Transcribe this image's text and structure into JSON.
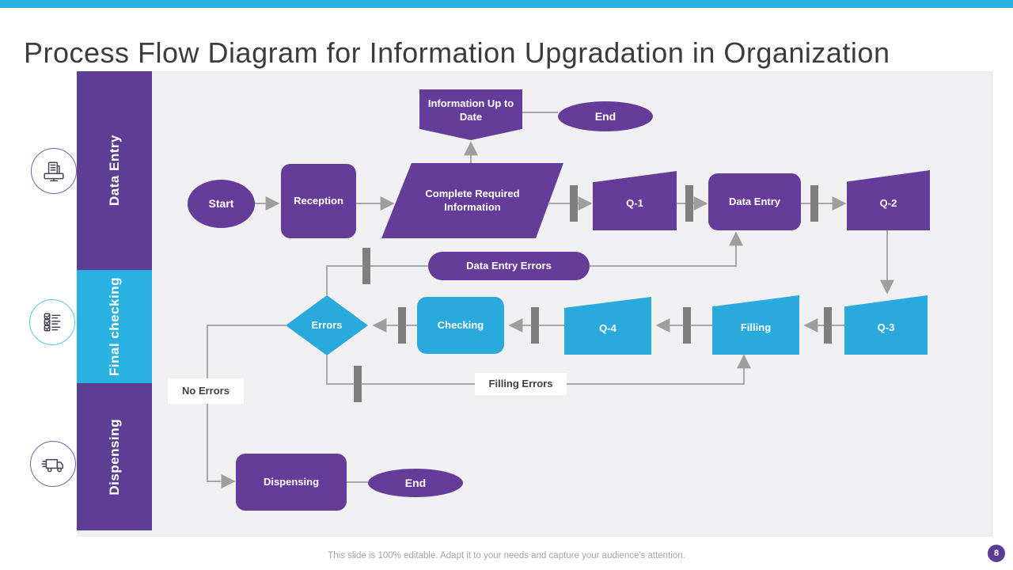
{
  "slide": {
    "title": "Process Flow Diagram for Information Upgradation in Organization",
    "footer": "This slide is 100% editable. Adapt it to your needs and capture your audience's attention.",
    "page_number": "8"
  },
  "colors": {
    "top_bar": "#2BB0E2",
    "shape_purple": "#653C99",
    "shape_cyan": "#29A9DC",
    "lane_purple": "#5E3D94",
    "lane_cyan": "#29B1E2",
    "canvas_background": "#F0EFF1",
    "connector_gray": "#A9A9A9",
    "queue_bar_gray": "#7F7F7F",
    "label_text": "#3F3F3F"
  },
  "sidebar": {
    "lanes": [
      {
        "label": "Data Entry",
        "color": "purple",
        "icon": "computer-documents-icon"
      },
      {
        "label": "Final checking",
        "color": "cyan",
        "icon": "checklist-icon"
      },
      {
        "label": "Dispensing",
        "color": "purple",
        "icon": "delivery-truck-icon"
      }
    ]
  },
  "flowchart": {
    "nodes": {
      "start": "Start",
      "reception": "Reception",
      "complete_required_information": "Complete Required Information",
      "information_up_to_date": "Information Up to Date",
      "end_top": "End",
      "q1": "Q-1",
      "data_entry": "Data Entry",
      "q2": "Q-2",
      "data_entry_errors": "Data Entry Errors",
      "errors": "Errors",
      "checking": "Checking",
      "q4": "Q-4",
      "filling": "Filling",
      "q3": "Q-3",
      "no_errors": "No Errors",
      "filling_errors": "Filling Errors",
      "dispensing": "Dispensing",
      "end_bottom": "End"
    }
  }
}
